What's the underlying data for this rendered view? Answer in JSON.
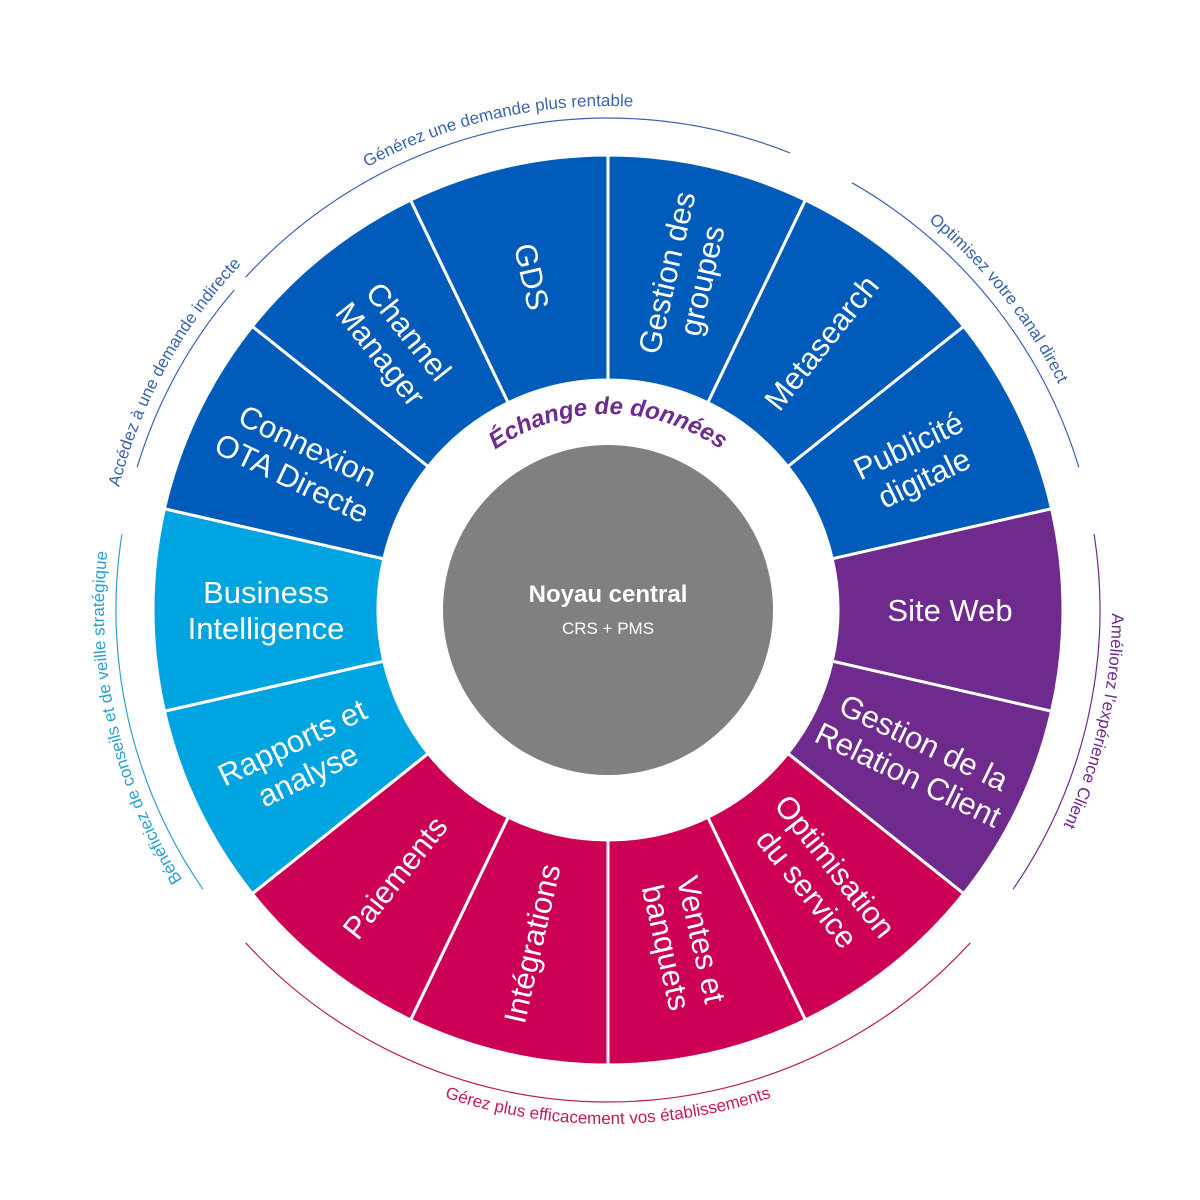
{
  "colors": {
    "dark_blue": "#005bbb",
    "light_blue": "#00a4e0",
    "magenta": "#cc0055",
    "purple": "#6f2a8e",
    "core_gray": "#808080",
    "ring_label": "#6f2a8e",
    "arc_blue": "#3a64b0",
    "arc_light_blue": "#2a9fd6",
    "arc_magenta": "#c21a5e",
    "arc_purple": "#6f2a8e"
  },
  "core": {
    "title": "Noyau central",
    "subtitle": "CRS + PMS"
  },
  "ring_label": "Échange de données",
  "segments": [
    {
      "id": "gestion-des-groupes",
      "lines": [
        "Gestion des",
        "groupes"
      ],
      "color": "dark_blue"
    },
    {
      "id": "metasearch",
      "lines": [
        "Metasearch"
      ],
      "color": "dark_blue"
    },
    {
      "id": "publicite-digitale",
      "lines": [
        "Publicité",
        "digitale"
      ],
      "color": "dark_blue"
    },
    {
      "id": "site-web",
      "lines": [
        "Site Web"
      ],
      "color": "purple"
    },
    {
      "id": "gestion-relation-client",
      "lines": [
        "Gestion de la",
        "Relation Client"
      ],
      "color": "purple"
    },
    {
      "id": "optimisation-du-service",
      "lines": [
        "Optimisation",
        "du service"
      ],
      "color": "magenta"
    },
    {
      "id": "ventes-et-banquets",
      "lines": [
        "Ventes et",
        "banquets"
      ],
      "color": "magenta"
    },
    {
      "id": "integrations",
      "lines": [
        "Intégrations"
      ],
      "color": "magenta"
    },
    {
      "id": "paiements",
      "lines": [
        "Paiements"
      ],
      "color": "magenta"
    },
    {
      "id": "rapports-et-analyse",
      "lines": [
        "Rapports et",
        "analyse"
      ],
      "color": "light_blue"
    },
    {
      "id": "business-intelligence",
      "lines": [
        "Business",
        "Intelligence"
      ],
      "color": "light_blue"
    },
    {
      "id": "connexion-ota-directe",
      "lines": [
        "Connexion",
        "OTA Directe"
      ],
      "color": "dark_blue"
    },
    {
      "id": "channel-manager",
      "lines": [
        "Channel",
        "Manager"
      ],
      "color": "dark_blue"
    },
    {
      "id": "gds",
      "lines": [
        "GDS"
      ],
      "color": "dark_blue"
    }
  ],
  "outer_labels": [
    {
      "id": "generez-demande",
      "text": "Générez une demande plus rentable",
      "color": "arc_blue"
    },
    {
      "id": "optimisez-canal",
      "text": "Optimisez votre canal direct",
      "color": "arc_blue"
    },
    {
      "id": "ameliorez-experience",
      "text": "Améliorez l’expérience Client",
      "color": "arc_purple"
    },
    {
      "id": "gerez-etablissements",
      "text": "Gérez plus efficacement vos établissements",
      "color": "arc_magenta"
    },
    {
      "id": "beneficiez-conseils",
      "text": "Bénéficiez de conseils et de veille stratégique",
      "color": "arc_light_blue"
    },
    {
      "id": "accedez-demande",
      "text": "Accédez à une demande indirecte",
      "color": "arc_blue"
    }
  ]
}
